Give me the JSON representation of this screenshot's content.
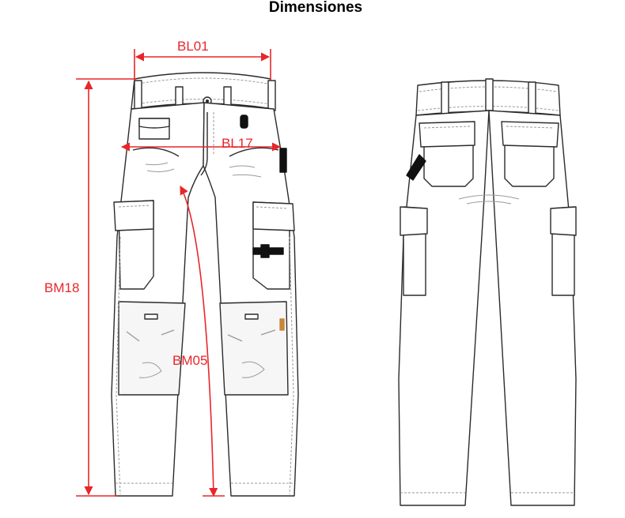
{
  "title": "Dimensiones",
  "labels": {
    "waist_width": "BL01",
    "hip_width": "BL17",
    "outer_length": "BM18",
    "inseam_length": "BM05"
  },
  "colors": {
    "measure": "#e8262a",
    "outline": "#2b2b2b",
    "stitch": "#9a9a9a",
    "hardware": "#111111"
  }
}
